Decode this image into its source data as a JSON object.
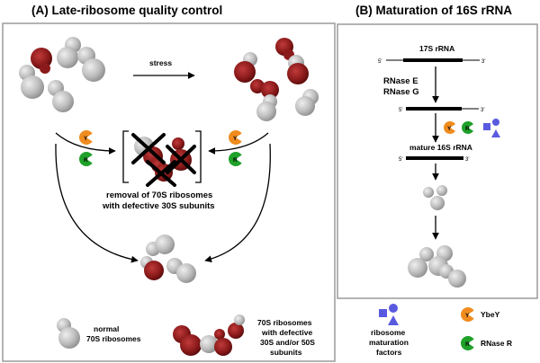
{
  "panel_a": {
    "title": "(A) Late-ribosome quality control",
    "stress_label": "stress",
    "removal_line1": "removal of 70S ribosomes",
    "removal_line2": "with defective 30S subunits",
    "ybey_letter": "Y",
    "rnaser_letter": "R"
  },
  "panel_b": {
    "title": "(B) Maturation of 16S rRNA",
    "precursor_label": "17S rRNA",
    "five_prime": "5'",
    "three_prime": "3'",
    "rnase_e": "RNase E",
    "rnase_g": "RNase G",
    "mature_label": "mature 16S rRNA",
    "ybey_letter": "Y",
    "rnaser_letter": "R"
  },
  "legend": {
    "normal_line1": "normal",
    "normal_line2": "70S ribosomes",
    "defective_line1": "70S ribosomes",
    "defective_line2": "with defective",
    "defective_line3": "30S and/or 50S",
    "defective_line4": "subunits",
    "maturation_line1": "ribosome",
    "maturation_line2": "maturation",
    "maturation_line3": "factors",
    "ybey_label": "YbeY",
    "rnaser_label": "RNase R",
    "ybey_letter": "Y",
    "rnaser_letter": "R"
  },
  "colors": {
    "normal_ribosome": "#b8b8b8",
    "defective_subunit": "#8b1a1a",
    "ybey": "#f08c1e",
    "rnase_r": "#1fa12a",
    "maturation_factors": "#5a5ae0",
    "frame": "#9a9a9a"
  }
}
